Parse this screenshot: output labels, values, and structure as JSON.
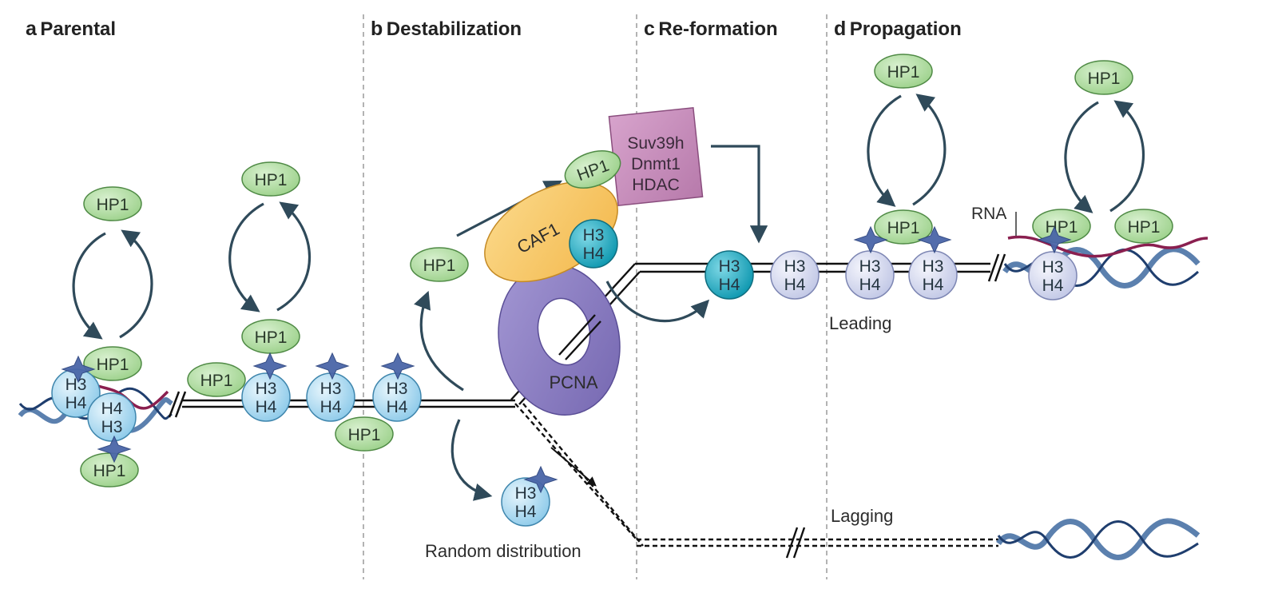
{
  "panels": [
    {
      "letter": "a",
      "title": "Parental"
    },
    {
      "letter": "b",
      "title": "Destabilization"
    },
    {
      "letter": "c",
      "title": "Re-formation"
    },
    {
      "letter": "d",
      "title": "Propagation"
    }
  ],
  "labels": {
    "hp1": "HP1",
    "h3": "H3",
    "h4": "H4",
    "caf1": "CAF1",
    "pcna": "PCNA",
    "enzyme_lines": [
      "Suv39h",
      "Dnmt1",
      "HDAC"
    ],
    "random_distribution": "Random distribution",
    "leading": "Leading",
    "lagging": "Lagging",
    "rna": "RNA"
  },
  "colors": {
    "hp1_fill": "#a9d79a",
    "hp1_stroke": "#4f8a45",
    "histone_fill": "#9ed3ee",
    "histone_stroke": "#3f86ad",
    "new_histone_fill": "#1fa7bd",
    "new_histone_stroke": "#106f80",
    "lavender_histone_fill": "#cfd5ee",
    "lavender_histone_stroke": "#7d86b3",
    "caf1_fill": "#f8c766",
    "pcna_fill": "#8b7fc0",
    "enzyme_fill": "#c58ab8",
    "arrow": "#2f4a5a",
    "star": "#4a66a8",
    "rna": "#8a1f4f",
    "dna_helix": "#3e6aa0"
  }
}
